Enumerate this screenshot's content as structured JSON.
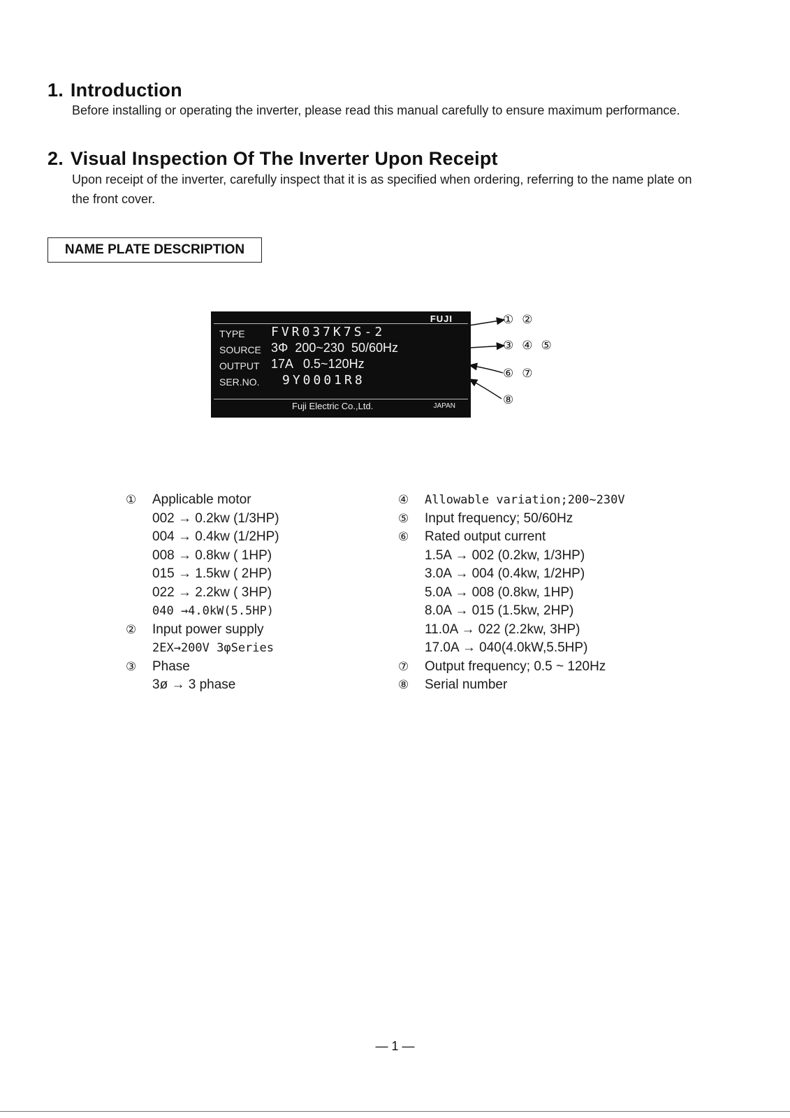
{
  "sections": [
    {
      "number": "1.",
      "title": "Introduction",
      "body": "Before installing or operating the inverter, please read this manual carefully to ensure maximum performance."
    },
    {
      "number": "2.",
      "title": "Visual Inspection Of The Inverter Upon Receipt",
      "body": "Upon receipt of the inverter, carefully inspect that it is as specified when ordering, referring to the name plate on the front cover."
    }
  ],
  "name_plate": {
    "heading": "NAME PLATE DESCRIPTION",
    "logo": "FUJI",
    "rows": [
      {
        "label": "TYPE",
        "value": "FVR037K7S-2"
      },
      {
        "label": "SOURCE",
        "value": "3Φ  200~230  50/60Hz"
      },
      {
        "label": "OUTPUT",
        "value": "17A   0.5~120Hz"
      },
      {
        "label": "SER.NO.",
        "value": "9Y0001R8"
      }
    ],
    "maker": "Fuji Electric Co.,Ltd.",
    "country": "JAPAN",
    "callouts": [
      [
        "①",
        "②"
      ],
      [
        "③",
        "④",
        "⑤"
      ],
      [
        "⑥",
        "⑦"
      ],
      [
        "⑧"
      ]
    ]
  },
  "descriptions": {
    "left": [
      {
        "num": "①",
        "title": "Applicable motor",
        "lines": [
          "002 → 0.2kw (1/3HP)",
          "004 → 0.4kw (1/2HP)",
          "008 → 0.8kw ( 1HP)",
          "015 → 1.5kw ( 2HP)",
          "022 → 2.2kw ( 3HP)",
          "040 →4.0kW(5.5HP)"
        ]
      },
      {
        "num": "②",
        "title": "Input power supply",
        "lines": [
          "2EX→200V 3φSeries"
        ]
      },
      {
        "num": "③",
        "title": "Phase",
        "lines": [
          "3ø → 3 phase"
        ]
      }
    ],
    "right": [
      {
        "num": "④",
        "title": "Allowable variation;200~230V",
        "lines": []
      },
      {
        "num": "⑤",
        "title": "Input frequency; 50/60Hz",
        "lines": []
      },
      {
        "num": "⑥",
        "title": "Rated output current",
        "lines": [
          "1.5A → 002 (0.2kw, 1/3HP)",
          "3.0A → 004 (0.4kw, 1/2HP)",
          "5.0A → 008 (0.8kw, 1HP)",
          "8.0A → 015 (1.5kw, 2HP)",
          "11.0A → 022 (2.2kw, 3HP)",
          "17.0A → 040(4.0kW,5.5HP)"
        ]
      },
      {
        "num": "⑦",
        "title": "Output frequency; 0.5 ~ 120Hz",
        "lines": []
      },
      {
        "num": "⑧",
        "title": "Serial number",
        "lines": []
      }
    ]
  },
  "page_number": "— 1 —"
}
